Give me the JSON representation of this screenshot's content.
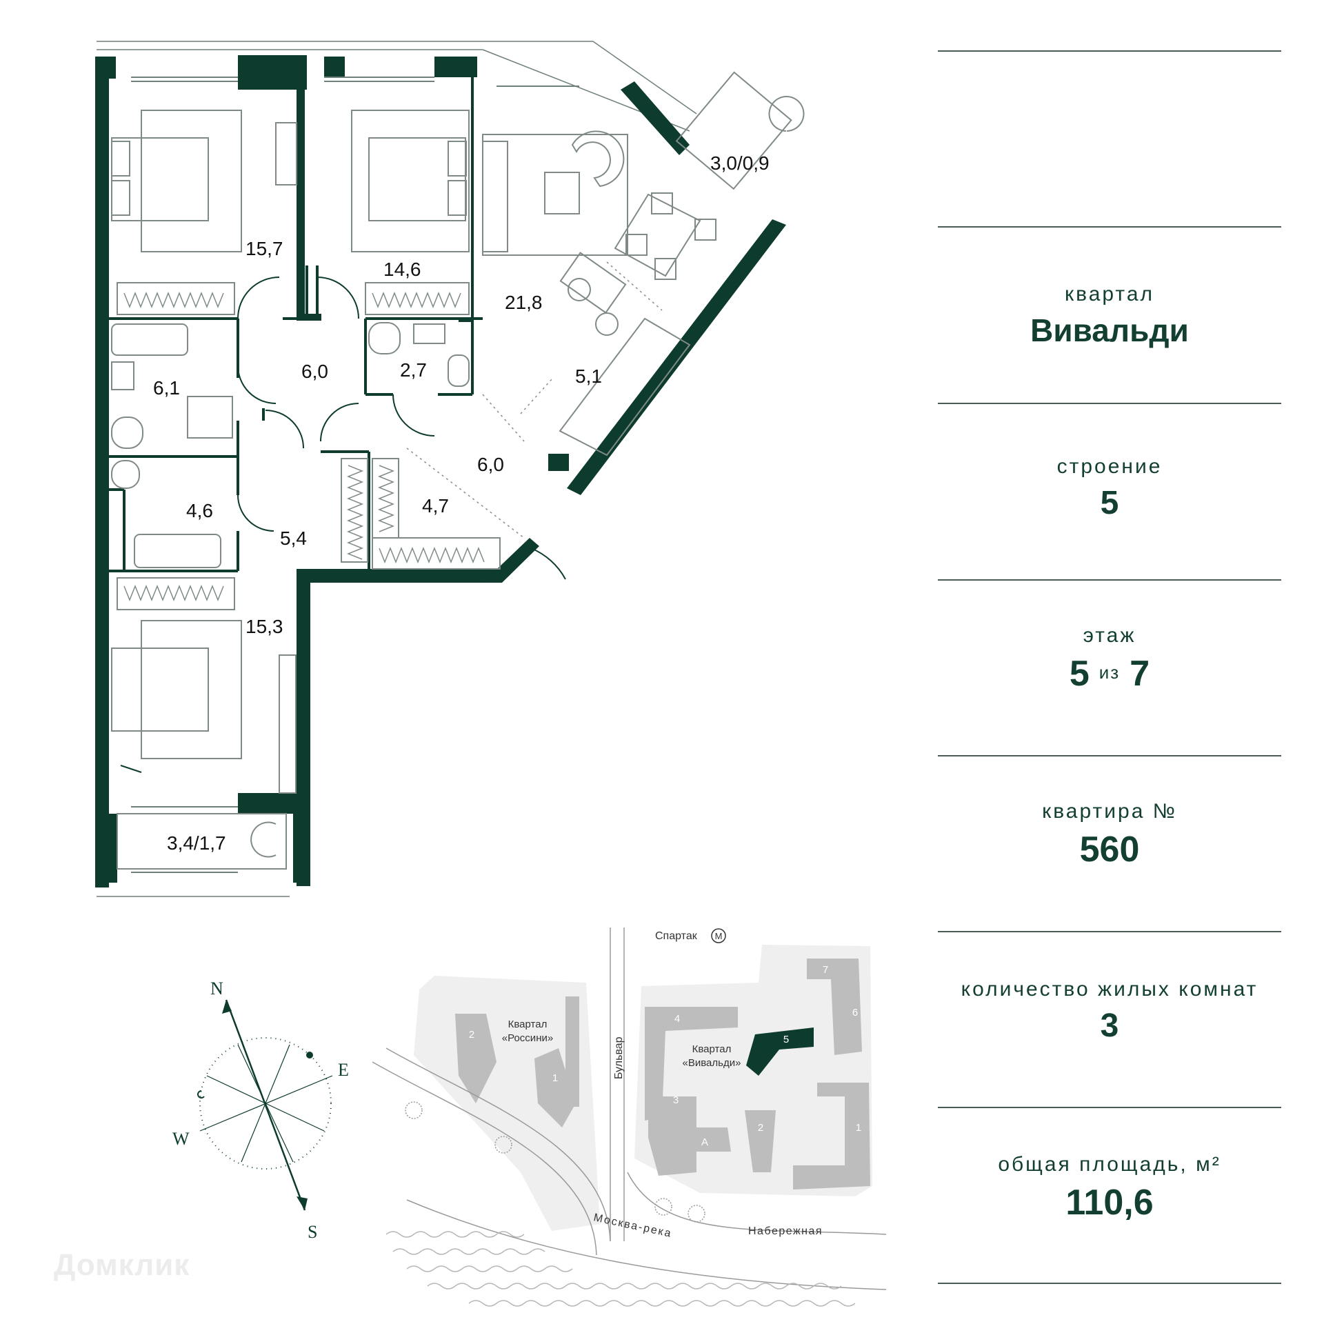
{
  "plan": {
    "rooms": [
      {
        "id": "bedroom-1",
        "area": "15,7"
      },
      {
        "id": "bedroom-2",
        "area": "14,6"
      },
      {
        "id": "living-kitchen",
        "area": "21,8"
      },
      {
        "id": "balcony-1",
        "area": "3,0/0,9"
      },
      {
        "id": "bathroom-1",
        "area": "6,1"
      },
      {
        "id": "hall-1",
        "area": "6,0"
      },
      {
        "id": "wc",
        "area": "2,7"
      },
      {
        "id": "kitchen-zone",
        "area": "5,1"
      },
      {
        "id": "hall-2",
        "area": "6,0"
      },
      {
        "id": "bathroom-2",
        "area": "4,6"
      },
      {
        "id": "corridor",
        "area": "5,4"
      },
      {
        "id": "wardrobe",
        "area": "4,7"
      },
      {
        "id": "bedroom-3",
        "area": "15,3"
      },
      {
        "id": "balcony-2",
        "area": "3,4/1,7"
      }
    ],
    "wall_color": "#0d3b2e"
  },
  "compass": {
    "n": "N",
    "e": "E",
    "s": "S",
    "w": "W"
  },
  "site_map": {
    "metro": "Спартак",
    "metro_icon": "М",
    "street_vertical": "Бульвар",
    "river": "Москва-река",
    "embankment": "Набережная",
    "quarter_rossini_1": "Квартал",
    "quarter_rossini_2": "«Россини»",
    "quarter_vivaldi_1": "Квартал",
    "quarter_vivaldi_2": "«Вивальди»",
    "rossini_buildings": [
      "2",
      "1"
    ],
    "vivaldi_buildings": [
      "7",
      "6",
      "4",
      "5",
      "3",
      "2",
      "1",
      "A"
    ],
    "highlight_color": "#0d3b2e",
    "building_color": "#bdbdbd"
  },
  "info": {
    "quarter_label": "квартал",
    "quarter_value": "Вивальди",
    "building_label": "строение",
    "building_value": "5",
    "floor_label": "этаж",
    "floor_value": "5",
    "floor_of": "из",
    "floor_total": "7",
    "apartment_label": "квартира №",
    "apartment_value": "560",
    "rooms_label": "количество жилых комнат",
    "rooms_value": "3",
    "area_label": "общая площадь, м²",
    "area_value": "110,6"
  },
  "watermark": "Домклик"
}
